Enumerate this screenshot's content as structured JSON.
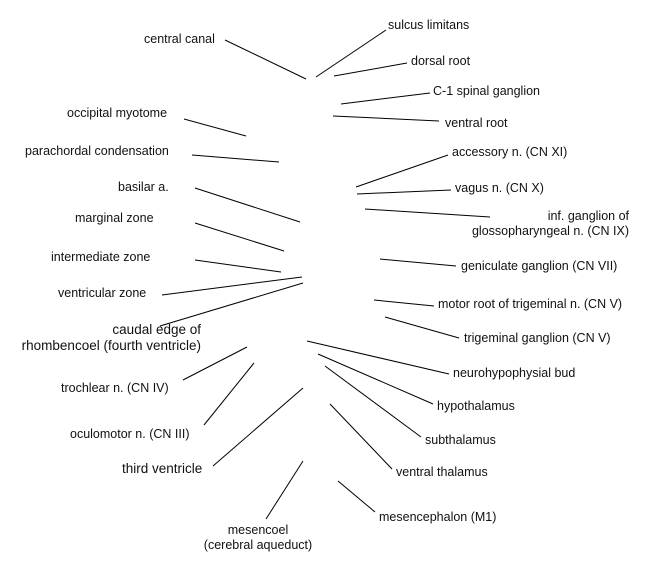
{
  "labels": {
    "central_canal": "central canal",
    "sulcus_limitans": "sulcus limitans",
    "dorsal_root": "dorsal root",
    "c1_spinal_ganglion": "C-1 spinal ganglion",
    "ventral_root": "ventral root",
    "occipital_myotome": "occipital myotome",
    "parachordal_condensation": "parachordal condensation",
    "accessory_n": "accessory n. (CN XI)",
    "basilar_a": "basilar a.",
    "vagus_n": "vagus n. (CN X)",
    "inf_ganglion_line1": "inf. ganglion of",
    "inf_ganglion_line2": "glossopharyngeal n. (CN IX)",
    "marginal_zone": "marginal zone",
    "intermediate_zone": "intermediate zone",
    "geniculate_ganglion": "geniculate ganglion (CN VII)",
    "ventricular_zone": "ventricular zone",
    "motor_root_trigeminal": "motor root of trigeminal n. (CN V)",
    "caudal_edge_line1": "caudal edge of",
    "caudal_edge_line2": "rhombencoel (fourth ventricle)",
    "trigeminal_ganglion": "trigeminal ganglion (CN V)",
    "neurohypophysial_bud": "neurohypophysial bud",
    "trochlear_n": "trochlear n. (CN IV)",
    "hypothalamus": "hypothalamus",
    "oculomotor_n": "oculomotor n. (CN III)",
    "subthalamus": "subthalamus",
    "third_ventricle": "third ventricle",
    "ventral_thalamus": "ventral thalamus",
    "mesencephalon": "mesencephalon (M1)",
    "mesencoel_line1": "mesencoel",
    "mesencoel_line2": "(cerebral aqueduct)"
  }
}
